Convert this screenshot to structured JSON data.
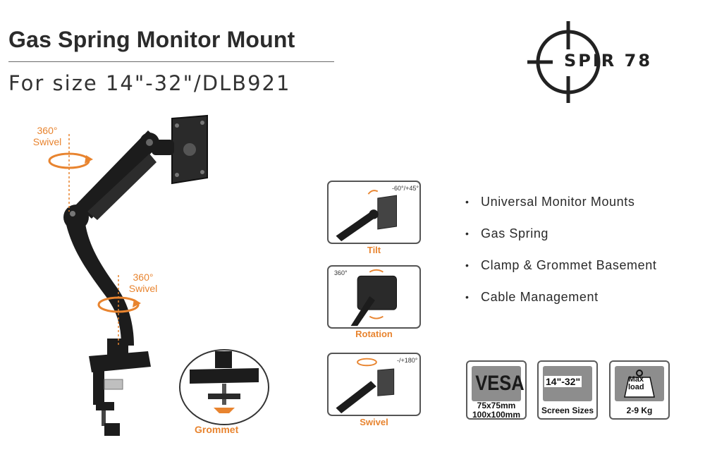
{
  "header": {
    "title": "Gas Spring Monitor Mount",
    "subtitle": "For size 14\"-32\"/DLB921"
  },
  "brand": {
    "logo_text": "SPIR 78"
  },
  "product_labels": {
    "top_swivel_degrees": "360°",
    "top_swivel_word": "Swivel",
    "mid_swivel_degrees": "360°",
    "mid_swivel_word": "Swivel",
    "grommet": "Grommet"
  },
  "thumbnails": [
    {
      "caption": "Tilt",
      "note": "-60°/+45°"
    },
    {
      "caption": "Rotation",
      "note": "360°"
    },
    {
      "caption": "Swivel",
      "note": "-/+180°"
    }
  ],
  "features": [
    "Universal Monitor Mounts",
    "Gas Spring",
    "Clamp & Grommet Basement",
    "Cable Management"
  ],
  "badges": {
    "vesa": {
      "word": "VESA",
      "line1": "75x75mm",
      "line2": "100x100mm"
    },
    "size": {
      "word": "14\"-32\"",
      "caption": "Screen Sizes"
    },
    "load": {
      "line1": "Max",
      "line2": "load",
      "caption": "2-9 Kg"
    }
  },
  "colors": {
    "accent_orange": "#e8842f",
    "mount_black": "#1c1c1c",
    "badge_gray": "#8d8d8d"
  }
}
